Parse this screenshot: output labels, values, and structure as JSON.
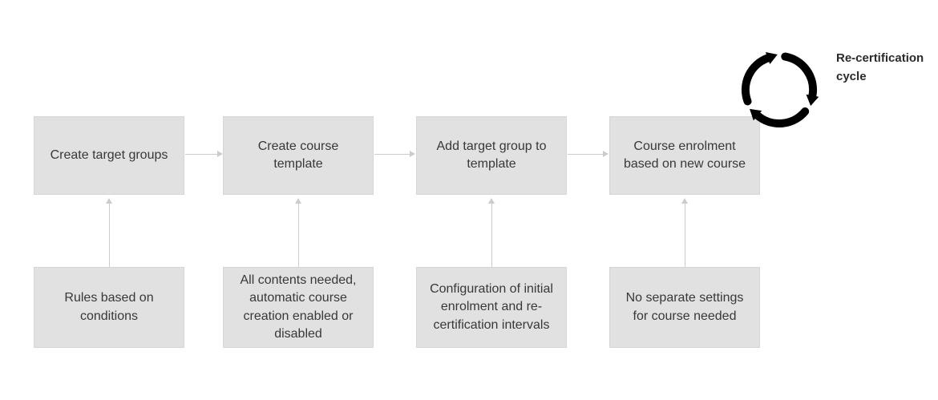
{
  "diagram": {
    "top_row": [
      {
        "label": "Create target groups"
      },
      {
        "label": "Create course template"
      },
      {
        "label": "Add target group to template"
      },
      {
        "label": "Course enrolment based on new course"
      }
    ],
    "bottom_row": [
      {
        "label": "Rules based on conditions"
      },
      {
        "label": "All contents needed, automatic course creation enabled or disabled"
      },
      {
        "label": "Configuration of initial enrolment and re-certification intervals"
      },
      {
        "label": "No separate settings for course needed"
      }
    ],
    "cycle_label": "Re-certification cycle"
  },
  "colors": {
    "box_fill": "#e1e1e1",
    "box_border": "#d6d6d6",
    "box_text": "#383838",
    "arrow": "#cccccc",
    "cycle": "#000000",
    "label_text": "#2b2b2b"
  }
}
